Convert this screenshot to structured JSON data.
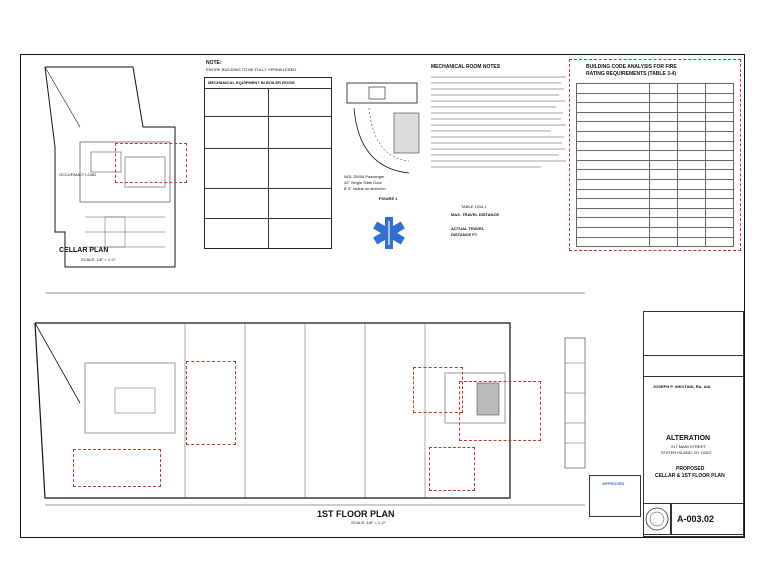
{
  "cellar_plan": {
    "title": "CELLAR PLAN",
    "scale": "SCALE: 1/8\" = 1'-0\""
  },
  "notes": {
    "header": "NOTE:",
    "line1": "ENTIRE BUILDING TO BE FULLY SPRINKLERED."
  },
  "mechanical_equipment": {
    "title": "MECHANICAL EQUIPMENT IN BOILER ROOM"
  },
  "mechanical_room_notes": {
    "title": "MECHANICAL ROOM NOTES"
  },
  "door_detail": {
    "line1": "NOL 25008 Passenger",
    "line2": "42\" Single Slide Door",
    "line3": "8' 5\" radius on stretcher",
    "figure": "FIGURE 1"
  },
  "travel_distance": {
    "table": "TABLE 1016.1",
    "line1": "MAX. TRAVEL DISTANCE",
    "line2": "ACTUAL TRAVEL",
    "line3": "DISTANCE FT."
  },
  "code_analysis": {
    "title_line1": "BUILDING CODE ANALYSIS FOR FIRE",
    "title_line2": "RATING REQUIREMENTS (TABLE 3-4)"
  },
  "first_floor_plan": {
    "title": "1ST FLOOR PLAN",
    "scale": "SCALE: 1/8\" = 1'-0\""
  },
  "title_block": {
    "firm": "JOSEPH P. SHIOTANI, RA, AIA",
    "project": "ALTERATION",
    "address1": "217 MAIN STREET",
    "address2": "STATEN ISLAND, NY 10307",
    "drawing_title1": "PROPOSED",
    "drawing_title2": "CELLAR & 1ST FLOOR PLAN",
    "sheet_number": "A-003.02",
    "stamp": "APPROVED"
  },
  "colors": {
    "redline": "#c0392b",
    "star_of_life": "#2f6fd6",
    "ink": "#111111"
  }
}
